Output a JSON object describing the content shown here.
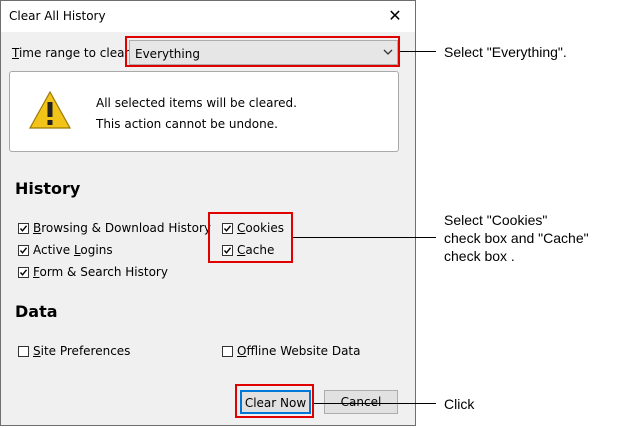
{
  "dialog": {
    "title": "Clear All History",
    "time_range": {
      "label_first": "T",
      "label_rest": "ime range to clear:",
      "value": "Everything"
    },
    "warning": {
      "line1": "All selected items will be cleared.",
      "line2": "This action cannot be undone."
    },
    "history": {
      "heading": "History",
      "items": [
        {
          "pre": "",
          "acc": "B",
          "post": "rowsing & Download History",
          "checked": true
        },
        {
          "pre": "Active ",
          "acc": "L",
          "post": "ogins",
          "checked": true
        },
        {
          "pre": "",
          "acc": "F",
          "post": "orm & Search History",
          "checked": true
        },
        {
          "pre": "",
          "acc": "C",
          "post": "ookies",
          "checked": true
        },
        {
          "pre": "",
          "acc": "C",
          "post": "ache",
          "checked": true
        }
      ]
    },
    "data": {
      "heading": "Data",
      "items": [
        {
          "pre": "",
          "acc": "S",
          "post": "ite Preferences",
          "checked": false
        },
        {
          "pre": "",
          "acc": "O",
          "post": "ffline Website Data",
          "checked": false
        }
      ]
    },
    "buttons": {
      "clear_now": "Clear Now",
      "cancel": "Cancel"
    }
  },
  "annotations": {
    "select": "Select \"Everything\".",
    "cookies_line1": "Select  \"Cookies\"",
    "cookies_line2": "check box and \"Cache\"",
    "cookies_line3": "check box .",
    "click": "Click"
  },
  "colors": {
    "highlight": "#e00000",
    "focus": "#0078d7",
    "dialog_bg": "#f0f0f0"
  }
}
